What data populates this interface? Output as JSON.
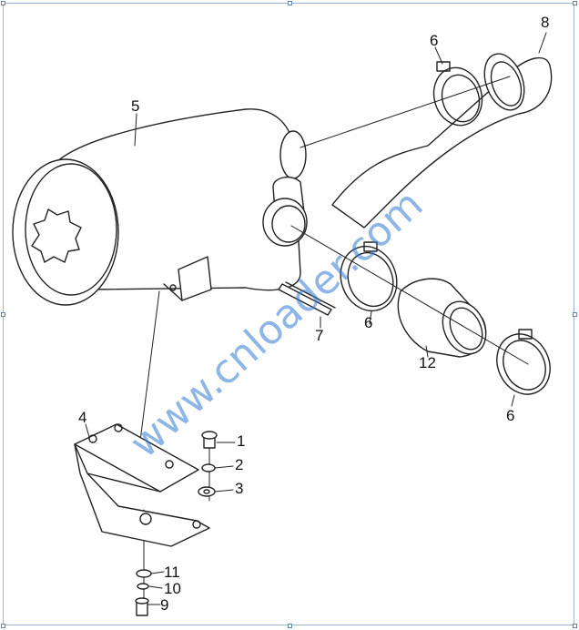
{
  "diagram": {
    "watermark": "www.cnloader.com",
    "callouts": {
      "c1": "1",
      "c2": "2",
      "c3": "3",
      "c4": "4",
      "c5": "5",
      "c6a": "6",
      "c6b": "6",
      "c6c": "6",
      "c7": "7",
      "c8": "8",
      "c9": "9",
      "c10": "10",
      "c11": "11",
      "c12": "12"
    }
  },
  "colors": {
    "line": "#222222",
    "watermark": "#2f78d2",
    "frame": "#9bb7d6"
  }
}
